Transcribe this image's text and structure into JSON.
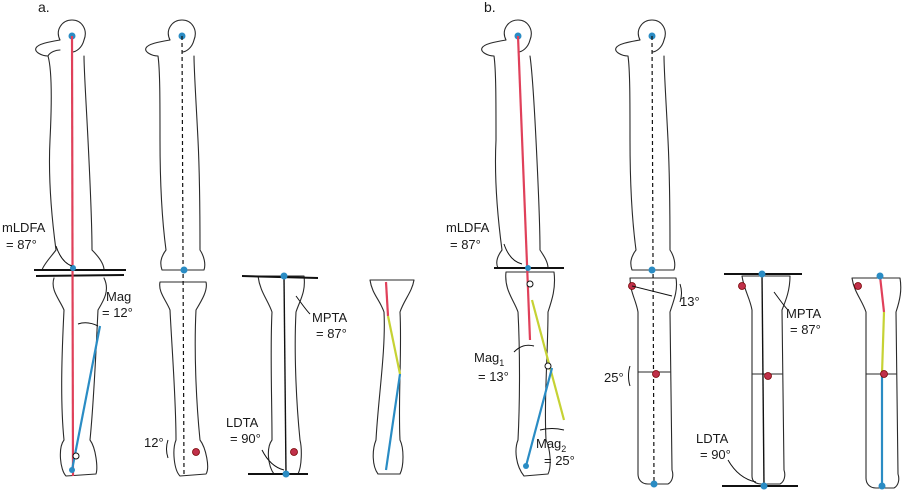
{
  "panels": {
    "a": {
      "label": "a."
    },
    "b": {
      "label": "b."
    }
  },
  "labels": {
    "a_mldfa_1": "mLDFA",
    "a_mldfa_2": "= 87°",
    "a_mag_1": "Mag",
    "a_mag_2": "= 12°",
    "a_angle_12": "12°",
    "a_mpta_1": "MPTA",
    "a_mpta_2": "= 87°",
    "a_ldta_1": "LDTA",
    "a_ldta_2": "= 90°",
    "b_mldfa_1": "mLDFA",
    "b_mldfa_2": "= 87°",
    "b_mag1_main": "Mag",
    "b_mag1_sub": "1",
    "b_mag1_2": "= 13°",
    "b_mag2_main": "Mag",
    "b_mag2_sub": "2",
    "b_mag2_2": "= 25°",
    "b_angle_13": "13°",
    "b_angle_25": "25°",
    "b_mpta_1": "MPTA",
    "b_mpta_2": "= 87°",
    "b_ldta_1": "LDTA",
    "b_ldta_2": "= 90°"
  },
  "colors": {
    "mechanical_axis": "#e0405a",
    "tibial_axis": "#2a8cc4",
    "segment_axis": "#c6d234"
  }
}
